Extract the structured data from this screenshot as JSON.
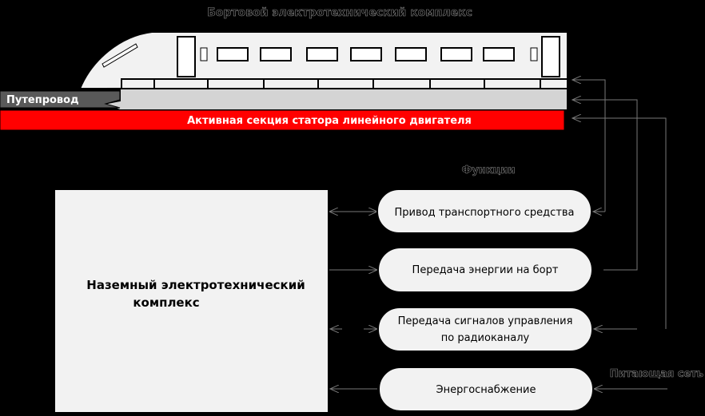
{
  "train": {
    "title": "Бортовой электротехнический комплекс",
    "guideway_label": "Путепровод",
    "stator_label": "Активная секция статора линейного двигателя"
  },
  "functions_title": "Функции",
  "ground_complex": {
    "line1": "Наземный электротехнический",
    "line2": "комплекс"
  },
  "functions": [
    {
      "line1": "Привод транспортного средства"
    },
    {
      "line1": "Передача энергии на борт"
    },
    {
      "line1": "Передача сигналов управления",
      "line2": "по радиоканалу"
    },
    {
      "line1": "Энергоснабжение"
    }
  ],
  "power_grid_label": "Питающая сеть",
  "colors": {
    "stator": "#ff0000",
    "guideway": "#595959",
    "body": "#f2f2f2",
    "background": "#000000"
  }
}
